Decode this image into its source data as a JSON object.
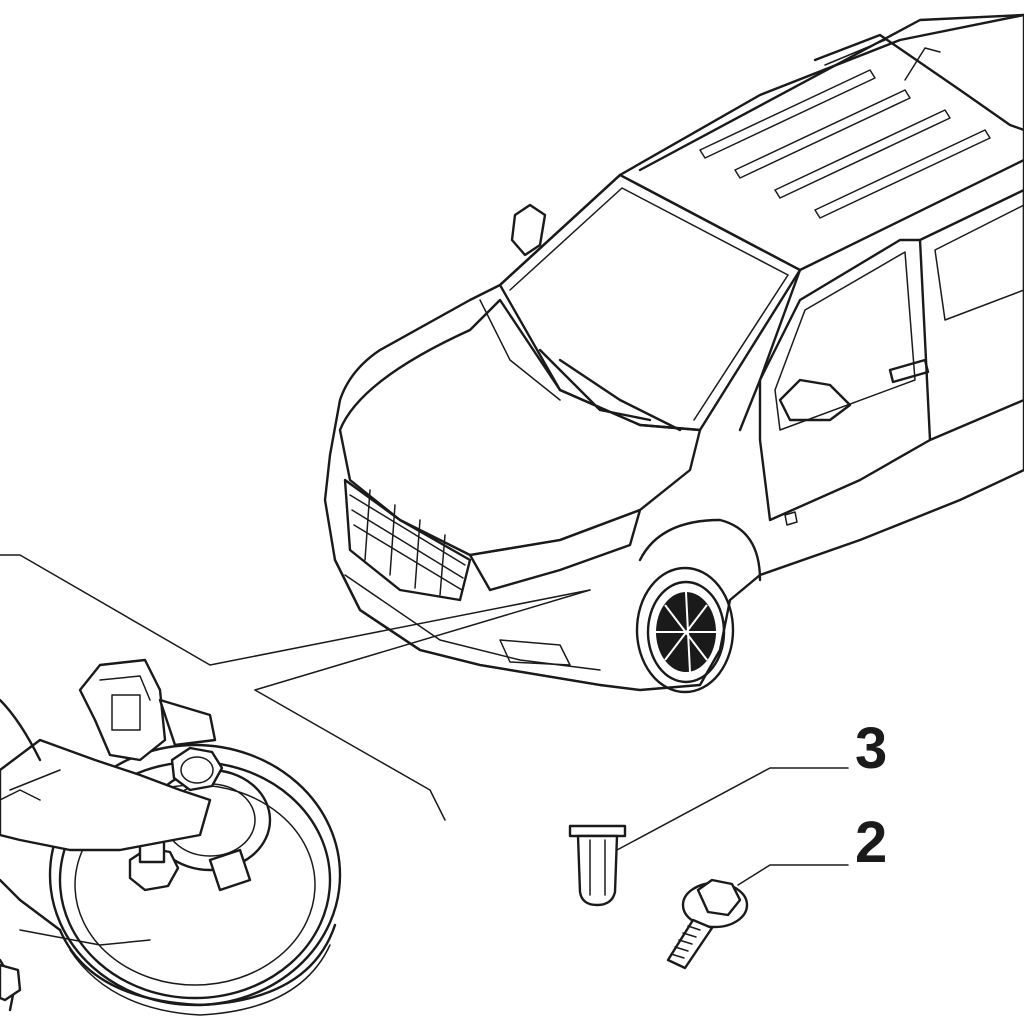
{
  "callouts": [
    {
      "number": "3",
      "part": "push-clip"
    },
    {
      "number": "2",
      "part": "bolt"
    }
  ],
  "colors": {
    "line": "#1a1a1a",
    "background": "#ffffff"
  }
}
